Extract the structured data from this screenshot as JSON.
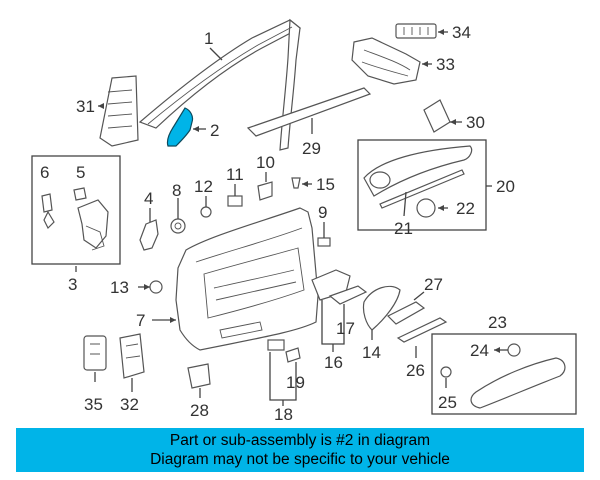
{
  "colors": {
    "banner_bg": "#00b4e8",
    "highlight": "#00b4e8",
    "line": "#444444",
    "label": "#333333"
  },
  "callouts": [
    "1",
    "2",
    "3",
    "4",
    "5",
    "6",
    "7",
    "8",
    "9",
    "10",
    "11",
    "12",
    "13",
    "14",
    "15",
    "16",
    "17",
    "18",
    "19",
    "20",
    "21",
    "22",
    "23",
    "24",
    "25",
    "26",
    "27",
    "28",
    "29",
    "30",
    "31",
    "32",
    "33",
    "34",
    "35"
  ],
  "highlighted_part": "2",
  "banner": {
    "line1": "Part or sub-assembly is #2 in diagram",
    "line2": "Diagram may not be specific to your vehicle"
  }
}
